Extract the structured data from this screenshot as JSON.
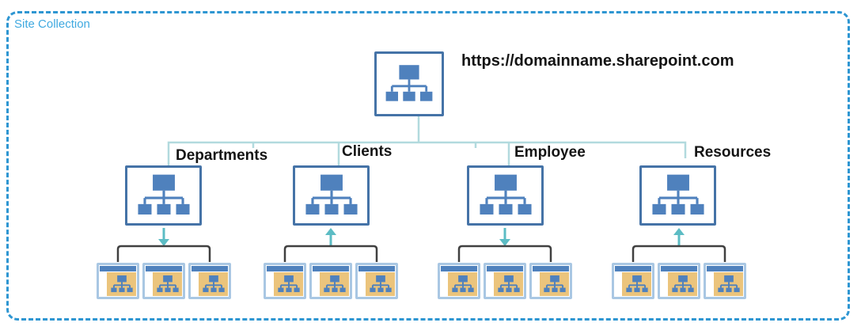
{
  "diagram": {
    "kind": "sharepoint-site-collection-hierarchy",
    "boundary_label": "Site Collection",
    "root": {
      "url_label": "https://domainname.sharepoint.com",
      "icon": "org-chart-icon"
    },
    "sites": [
      {
        "label": "Departments",
        "arrow_direction": "down",
        "subsite_count": 3
      },
      {
        "label": "Clients",
        "arrow_direction": "up",
        "subsite_count": 3
      },
      {
        "label": "Employee",
        "arrow_direction": "down",
        "subsite_count": 3
      },
      {
        "label": "Resources",
        "arrow_direction": "up",
        "subsite_count": 3
      }
    ],
    "colors": {
      "boundary_dash": "#2e96d2",
      "boundary_label_text": "#3fa9e0",
      "node_border": "#4573a7",
      "node_glyph": "#4f81bd",
      "connector": "#b2dade",
      "flow_arrow": "#5cbcc4",
      "bracket": "#404040",
      "subsite_border": "#a9c7e3",
      "subsite_titlebar": "#4f81bd",
      "subsite_content": "#ebc47c"
    }
  }
}
